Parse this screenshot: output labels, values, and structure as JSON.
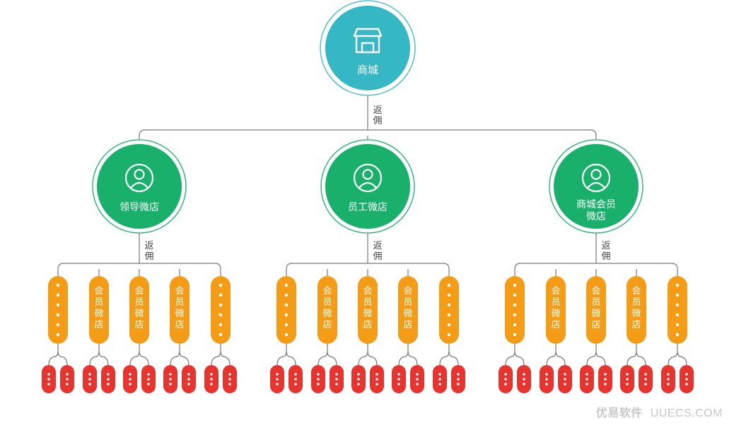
{
  "colors": {
    "root_fill": "#36b7c4",
    "root_ring": "#36b7c4",
    "shop_fill": "#18b06a",
    "shop_ring": "#18b06a",
    "member_fill": "#f49c16",
    "leaf_fill": "#e8342f",
    "line": "#777777",
    "label": "#444444"
  },
  "root": {
    "label": "商城",
    "icon": "store-icon"
  },
  "commission_label": "返佣",
  "shops": [
    {
      "label": "领导微店",
      "icon": "user-icon"
    },
    {
      "label": "员工微店",
      "icon": "user-icon"
    },
    {
      "label": "商城会员微店",
      "icon": "user-icon"
    }
  ],
  "member_shop_label": "会员微店",
  "member_pattern": [
    "dots",
    "member",
    "member",
    "member",
    "dots"
  ],
  "leaves_per_member": 2,
  "watermark": {
    "brand": "优易软件",
    "domain": "UUECS.COM"
  }
}
